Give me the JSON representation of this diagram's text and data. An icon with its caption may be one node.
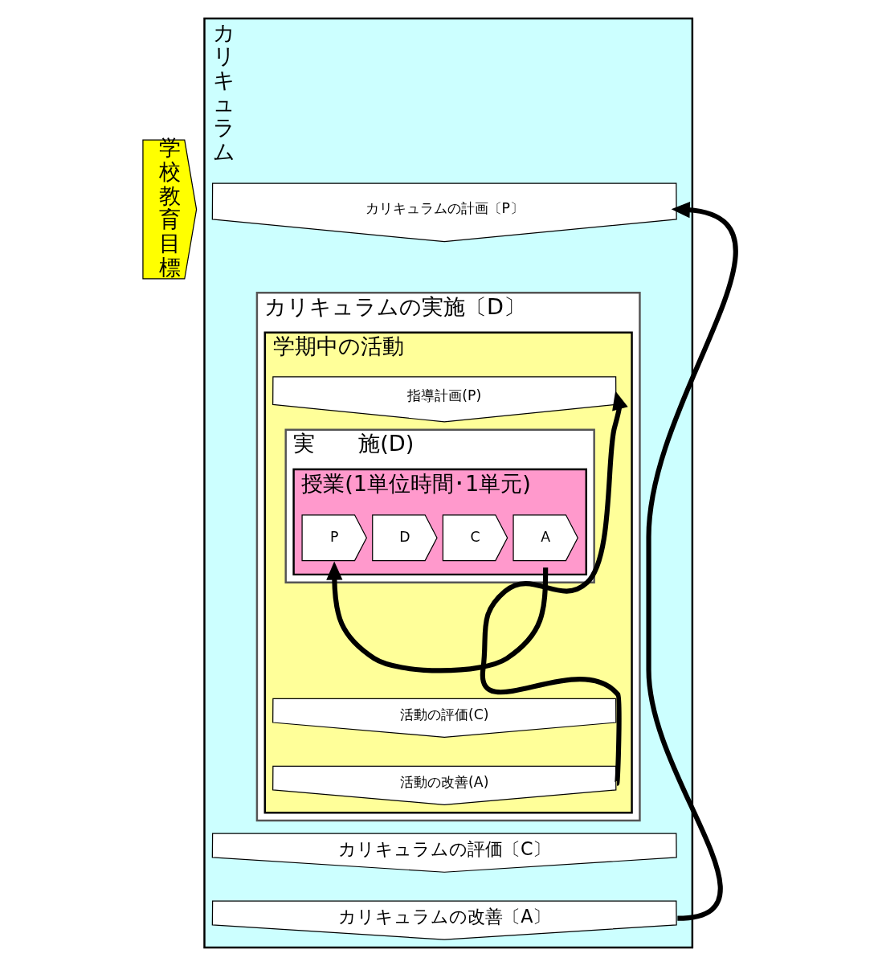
{
  "diagram": {
    "nodes": [
      {
        "text": [
          "学校教育目標"
        ]
      },
      {
        "text": [
          "カリキュラム"
        ]
      },
      {
        "text": [
          "カリキュラムの計画〔P〕"
        ],
        "in": 1
      },
      {
        "text": [
          "カリキュラムの実施〔D〕"
        ],
        "in": 1
      },
      {
        "text": [
          "学期中の活動"
        ],
        "in": 3
      },
      {
        "text": [
          "指導計画(P)"
        ],
        "in": 4
      },
      {
        "text": [
          "実　　施(D)"
        ],
        "in": 4
      },
      {
        "text": [
          "授業(1単位時間･1単元)"
        ],
        "in": 6
      },
      {
        "text": [
          "P"
        ],
        "in": 7
      },
      {
        "text": [
          "D"
        ],
        "in": 7
      },
      {
        "text": [
          "C"
        ],
        "in": 7
      },
      {
        "text": [
          "A"
        ],
        "in": 7
      },
      {
        "text": [
          "活動の評価(C)"
        ],
        "in": 4
      },
      {
        "text": [
          "活動の改善(A)"
        ],
        "in": 4
      },
      {
        "text": [
          "カリキュラムの評価〔C〕"
        ],
        "in": 1
      },
      {
        "text": [
          "カリキュラムの改善〔A〕"
        ],
        "in": 1
      }
    ],
    "edges": [
      {
        "from": 11,
        "to": 8,
        "arrow": "to"
      },
      {
        "from": 13,
        "to": 5,
        "arrow": "to"
      },
      {
        "from": 15,
        "to": 2,
        "arrow": "to"
      }
    ]
  }
}
